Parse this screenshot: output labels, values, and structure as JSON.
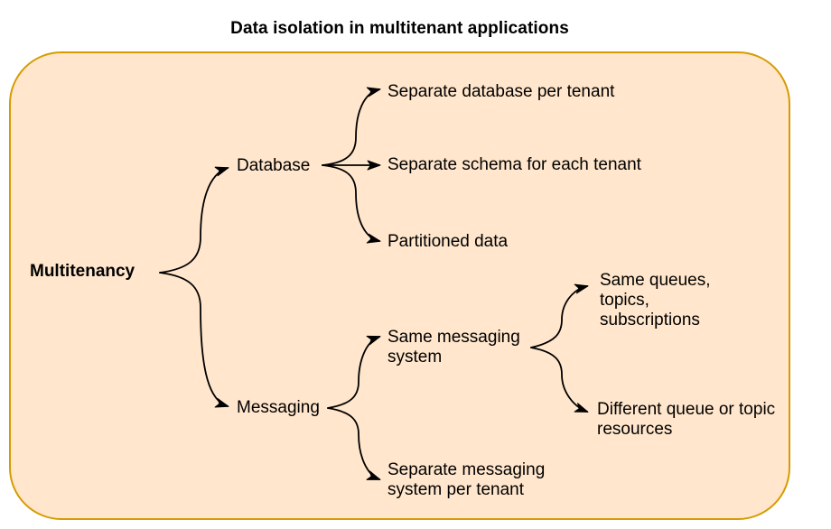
{
  "diagram": {
    "title": "Data isolation in multitenant applications",
    "type": "mindmap-tree",
    "colors": {
      "container_fill": "#ffe6cc",
      "container_stroke": "#d79b00",
      "connector": "#000000",
      "text": "#000000",
      "page_background": "#ffffff"
    },
    "root": {
      "label": "Multitenancy",
      "children": [
        {
          "label": "Database",
          "children": [
            {
              "label": "Separate database per tenant"
            },
            {
              "label": "Separate schema for each tenant"
            },
            {
              "label": "Partitioned data"
            }
          ]
        },
        {
          "label": "Messaging",
          "children": [
            {
              "label": "Same messaging\nsystem",
              "children": [
                {
                  "label": "Same queues,\ntopics,\nsubscriptions"
                },
                {
                  "label": "Different queue or topic\nresources"
                }
              ]
            },
            {
              "label": "Separate messaging\nsystem per tenant"
            }
          ]
        }
      ]
    }
  }
}
